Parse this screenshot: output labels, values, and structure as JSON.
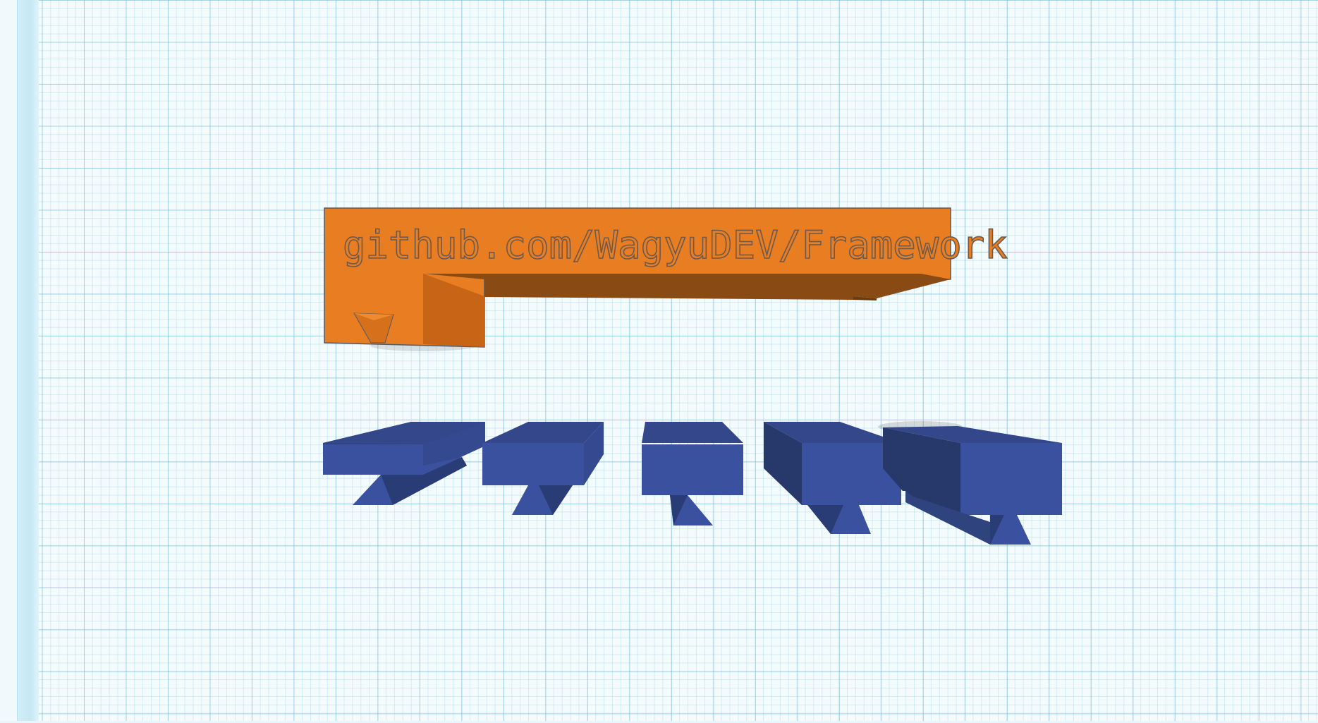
{
  "scene": {
    "name": "3D workplane",
    "nameplate": {
      "text": "github.com/WagyuDEV/Framework",
      "color": "#e97d22"
    },
    "blocks": {
      "count": 5,
      "color": "#3a51a0"
    }
  }
}
